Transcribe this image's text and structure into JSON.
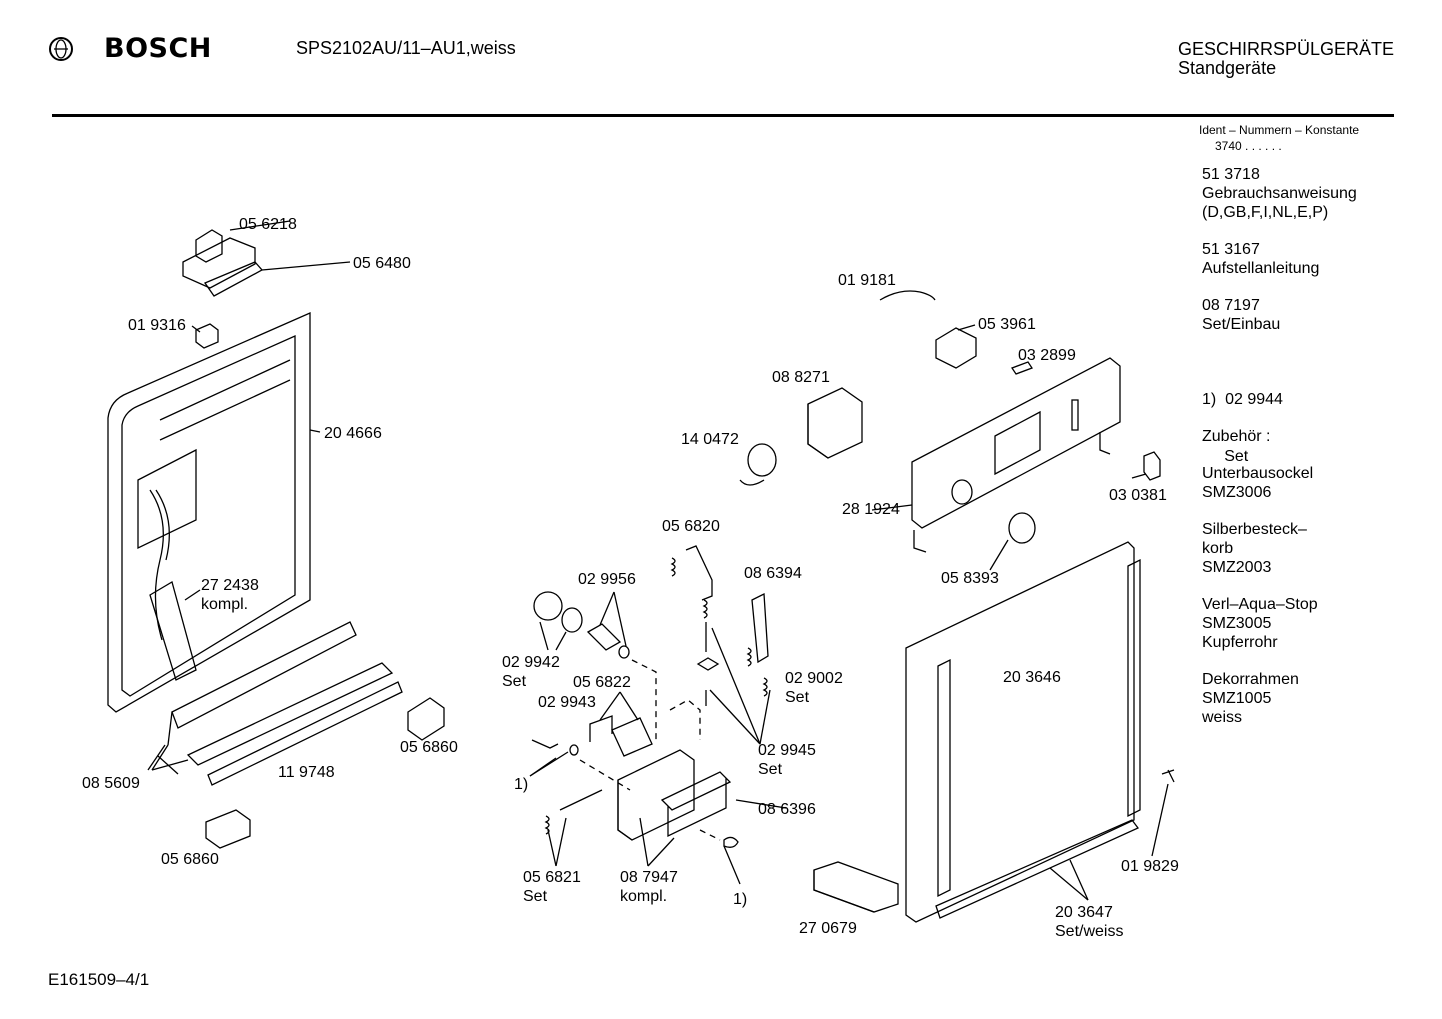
{
  "header": {
    "brand": "BOSCH",
    "model": "SPS2102AU/11–AU1,weiss",
    "category": "GESCHIRRSPÜLGERÄTE",
    "subcategory": "Standgeräte"
  },
  "ident": {
    "title": "Ident – Nummern – Konstante",
    "value": "3740 . .  . . . ."
  },
  "sidebar": [
    {
      "line1": "51 3718",
      "line2": "Gebrauchsanweisung",
      "line3": "(D,GB,F,I,NL,E,P)"
    },
    {
      "line1": "51 3167",
      "line2": "Aufstellanleitung",
      "line3": ""
    },
    {
      "line1": "08 7197",
      "line2": "Set/Einbau",
      "line3": ""
    },
    {
      "line1": "1)  02 9944",
      "line2": "     Set",
      "line3": ""
    },
    {
      "line1": "Zubehör :",
      "line2": "",
      "line3": ""
    },
    {
      "line1": "Unterbausockel",
      "line2": "SMZ3006",
      "line3": ""
    },
    {
      "line1": "Silberbesteck–",
      "line2": "korb",
      "line3": "SMZ2003"
    },
    {
      "line1": "Verl–Aqua–Stop",
      "line2": "SMZ3005",
      "line3": "Kupferrohr"
    },
    {
      "line1": "Dekorrahmen",
      "line2": "SMZ1005",
      "line3": "weiss"
    }
  ],
  "parts": [
    {
      "id": "p-056218",
      "text": "05 6218"
    },
    {
      "id": "p-056480",
      "text": "05 6480"
    },
    {
      "id": "p-019316",
      "text": "01 9316"
    },
    {
      "id": "p-204666",
      "text": "20 4666"
    },
    {
      "id": "p-272438",
      "text": "27 2438"
    },
    {
      "id": "p-272438b",
      "text": "kompl."
    },
    {
      "id": "p-085609",
      "text": "08 5609"
    },
    {
      "id": "p-119748",
      "text": "11 9748"
    },
    {
      "id": "p-056860a",
      "text": "05 6860"
    },
    {
      "id": "p-056860b",
      "text": "05 6860"
    },
    {
      "id": "p-019181",
      "text": "01 9181"
    },
    {
      "id": "p-053961",
      "text": "05 3961"
    },
    {
      "id": "p-032899",
      "text": "03 2899"
    },
    {
      "id": "p-088271",
      "text": "08 8271"
    },
    {
      "id": "p-140472",
      "text": "14 0472"
    },
    {
      "id": "p-281924",
      "text": "28 1924"
    },
    {
      "id": "p-030381",
      "text": "03 0381"
    },
    {
      "id": "p-058393",
      "text": "05 8393"
    },
    {
      "id": "p-056820",
      "text": "05 6820"
    },
    {
      "id": "p-029956",
      "text": "02 9956"
    },
    {
      "id": "p-086394",
      "text": "08 6394"
    },
    {
      "id": "p-029942",
      "text": "02 9942"
    },
    {
      "id": "p-029942b",
      "text": "Set"
    },
    {
      "id": "p-056822",
      "text": "05 6822"
    },
    {
      "id": "p-029943",
      "text": "02 9943"
    },
    {
      "id": "p-029002",
      "text": "02 9002"
    },
    {
      "id": "p-029002b",
      "text": "Set"
    },
    {
      "id": "p-029945",
      "text": "02 9945"
    },
    {
      "id": "p-029945b",
      "text": "Set"
    },
    {
      "id": "p-note1a",
      "text": "1)"
    },
    {
      "id": "p-086396",
      "text": "08 6396"
    },
    {
      "id": "p-056821",
      "text": "05 6821"
    },
    {
      "id": "p-056821b",
      "text": "Set"
    },
    {
      "id": "p-087947",
      "text": "08 7947"
    },
    {
      "id": "p-087947b",
      "text": "kompl."
    },
    {
      "id": "p-note1b",
      "text": "1)"
    },
    {
      "id": "p-203646",
      "text": "20 3646"
    },
    {
      "id": "p-019829",
      "text": "01 9829"
    },
    {
      "id": "p-270679",
      "text": "27 0679"
    },
    {
      "id": "p-203647",
      "text": "20 3647"
    },
    {
      "id": "p-203647b",
      "text": "Set/weiss"
    }
  ],
  "footer": {
    "code": "E161509–4/1"
  }
}
